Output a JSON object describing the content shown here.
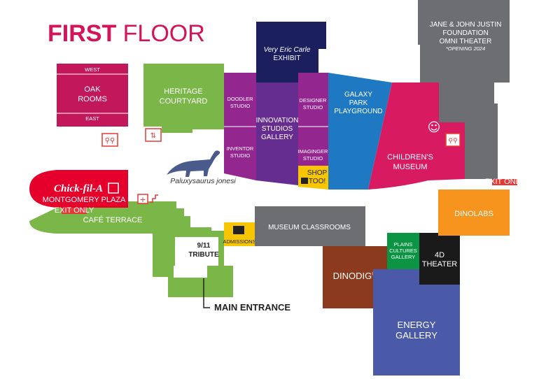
{
  "title": {
    "bold": "FIRST",
    "rest": " FLOOR"
  },
  "colors": {
    "brand": "#d4145a",
    "oak_rooms": "#c2185b",
    "green": "#7ab648",
    "purple": "#93278f",
    "purple_dark": "#662d91",
    "blue": "#1e78c2",
    "pink": "#d81b60",
    "navy": "#1b1f5e",
    "gray": "#6d6e71",
    "orange": "#f7941d",
    "brown": "#8b3a1e",
    "plains_green": "#0a9444",
    "black": "#1a1a1a",
    "energy_blue": "#4a5aa8",
    "yellow": "#f7c600",
    "chickfila_red": "#e4002b",
    "exit_red": "#e53935"
  },
  "areas": {
    "oak_rooms": {
      "west": "WEST",
      "line1": "OAK",
      "line2": "ROOMS",
      "east": "EAST"
    },
    "heritage": {
      "line1": "HERITAGE",
      "line2": "COURTYARD"
    },
    "eric_carle": {
      "line1": "Very Eric Carle",
      "line2": "EXHIBIT"
    },
    "omni": {
      "line1": "JANE & JOHN JUSTIN",
      "line2": "FOUNDATION",
      "line3": "OMNI THEATER",
      "line4": "*OPENING 2024"
    },
    "doodler": {
      "line1": "DOODLER",
      "line2": "STUDIO"
    },
    "inventor": {
      "line1": "INVENTOR",
      "line2": "STUDIO"
    },
    "innovation": {
      "line1": "INNOVATION",
      "line2": "STUDIOS",
      "line3": "GALLERY"
    },
    "designer": {
      "line1": "DESIGNER",
      "line2": "STUDIO"
    },
    "imaginger": {
      "line1": "IMAGINGER",
      "line2": "STUDIO"
    },
    "shop": {
      "line1": "SHOP",
      "line2": "TOO!"
    },
    "galaxy": {
      "line1": "GALAXY",
      "line2": "PARK",
      "line3": "PLAYGROUND"
    },
    "childrens": {
      "line1": "CHILDREN'S",
      "line2": "MUSEUM"
    },
    "dino_label": "Paluxysaurus jonesi",
    "chickfila": {
      "logo": "Chick-fil-A",
      "plaza": "MONTGOMERY PLAZA"
    },
    "cafe": "CAFÉ TERRACE",
    "tribute": {
      "line1": "9/11",
      "line2": "TRIBUTE"
    },
    "admissions": "ADMISSIONS",
    "classrooms": "MUSEUM CLASSROOMS",
    "dinodig": "DINODIG",
    "dinodig_mark": "®",
    "plains": {
      "line1": "PLAINS",
      "line2": "CULTURES",
      "line3": "GALLERY"
    },
    "theater4d": {
      "line1": "4D",
      "line2": "THEATER"
    },
    "dinolabs": "DINOLABS",
    "energy": {
      "line1": "ENERGY",
      "line2": "GALLERY"
    },
    "main_entrance": "MAIN ENTRANCE",
    "exit_only_left": "EXIT ONLY",
    "exit_only_right": "EXIT ONLY"
  },
  "icons": [
    "restroom-icon",
    "elevator-icon",
    "first-aid-icon",
    "stairs-icon",
    "family-restroom-icon",
    "ticket-icon",
    "gift-icon",
    "dinosaur-icon"
  ]
}
